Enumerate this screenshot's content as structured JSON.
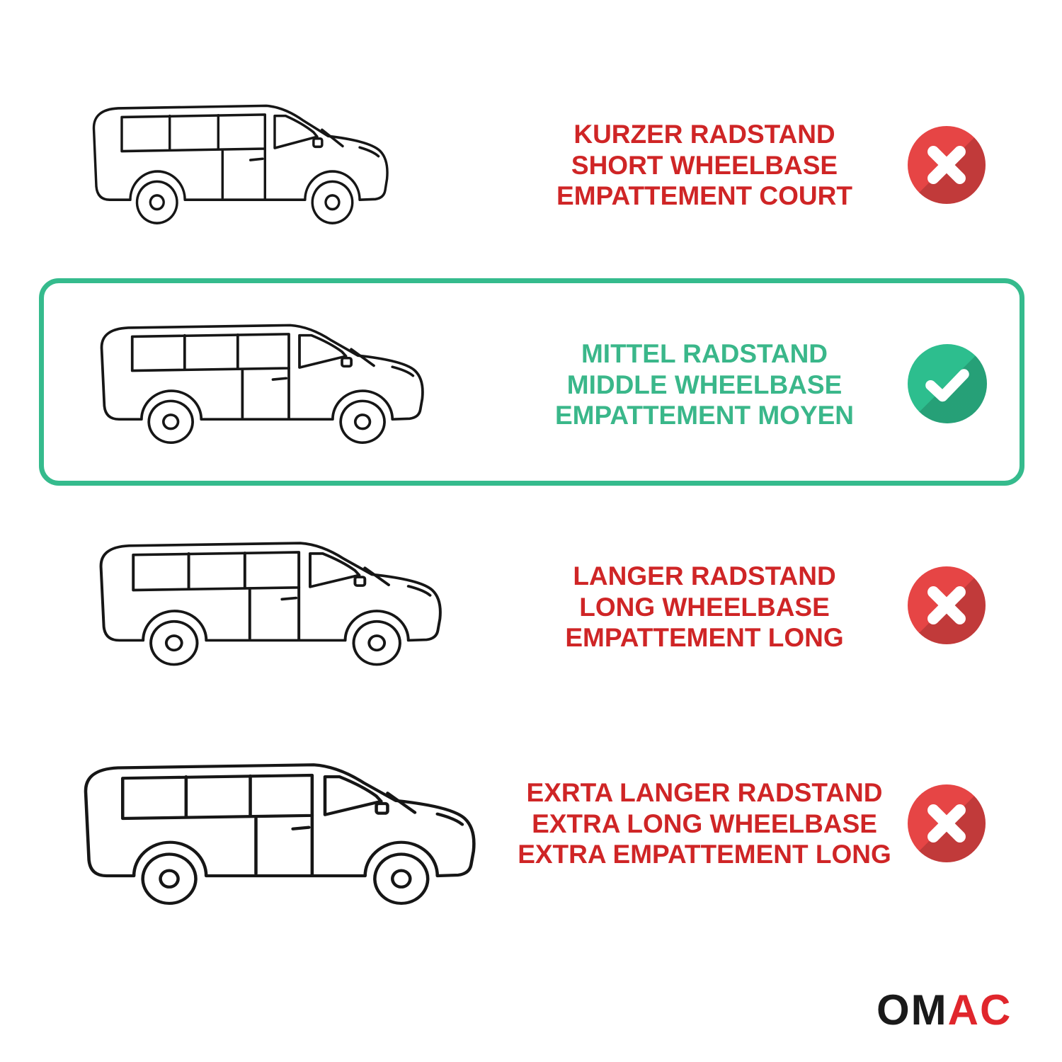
{
  "colors": {
    "red_text": "#cf2526",
    "green_text": "#3ab78a",
    "icon_red": "#e64545",
    "icon_green": "#2dbe8e",
    "highlight_border": "#35bb8d",
    "line_art": "#161616",
    "logo_black": "#1a1a1a",
    "logo_red": "#e0262c",
    "background": "#ffffff"
  },
  "rows": [
    {
      "id": "short-wheelbase",
      "labels": {
        "german": "KURZER RADSTAND",
        "english": "SHORT WHEELBASE",
        "french": "EMPATTEMENT COURT"
      },
      "status": "not-fitting",
      "icon": "x-mark",
      "highlighted": false
    },
    {
      "id": "middle-wheelbase",
      "labels": {
        "german": "MITTEL RADSTAND",
        "english": "MIDDLE WHEELBASE",
        "french": "EMPATTEMENT MOYEN"
      },
      "status": "fitting",
      "icon": "check-mark",
      "highlighted": true
    },
    {
      "id": "long-wheelbase",
      "labels": {
        "german": "LANGER RADSTAND",
        "english": "LONG WHEELBASE",
        "french": "EMPATTEMENT LONG"
      },
      "status": "not-fitting",
      "icon": "x-mark",
      "highlighted": false
    },
    {
      "id": "extra-long-wheelbase",
      "labels": {
        "german": "EXRTA LANGER RADSTAND",
        "english": "EXTRA LONG WHEELBASE",
        "french": "EXTRA EMPATTEMENT LONG"
      },
      "status": "not-fitting",
      "icon": "x-mark",
      "highlighted": false
    }
  ],
  "logo": {
    "text_black": "OM",
    "text_red": "AC"
  }
}
